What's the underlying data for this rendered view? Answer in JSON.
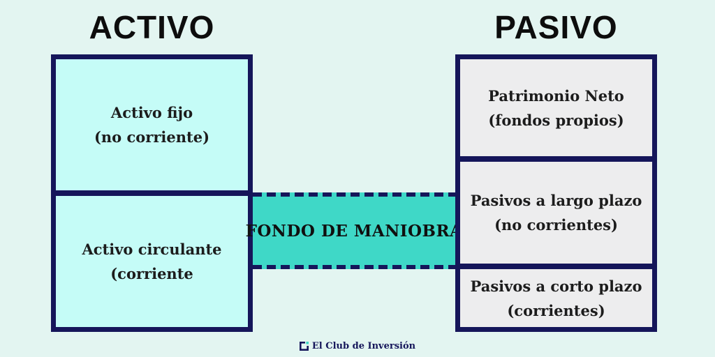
{
  "titles": {
    "left": "ACTIVO",
    "right": "PASIVO"
  },
  "left_box": {
    "sections": [
      {
        "lines": [
          "Activo fijo",
          "(no corriente)"
        ]
      },
      {
        "lines": [
          "Activo circulante",
          "(corriente"
        ]
      }
    ]
  },
  "right_box": {
    "sections": [
      {
        "lines": [
          "Patrimonio Neto",
          "(fondos propios)"
        ]
      },
      {
        "lines": [
          "Pasivos a largo plazo",
          "(no corrientes)"
        ]
      },
      {
        "lines": [
          "Pasivos a corto plazo",
          "(corrientes)"
        ]
      }
    ]
  },
  "band": {
    "label": "FONDO DE MANIOBRA"
  },
  "footer": {
    "brand": "El Club de Inversión",
    "logo_icon": "club-bracket-icon"
  },
  "colors": {
    "bg": "#e3f5f1",
    "navy": "#15165a",
    "cyan": "#c5fcf7",
    "gray": "#ededee",
    "teal": "#3fd8c7",
    "ink": "#1c1c1c",
    "title": "#0d0d0d"
  }
}
